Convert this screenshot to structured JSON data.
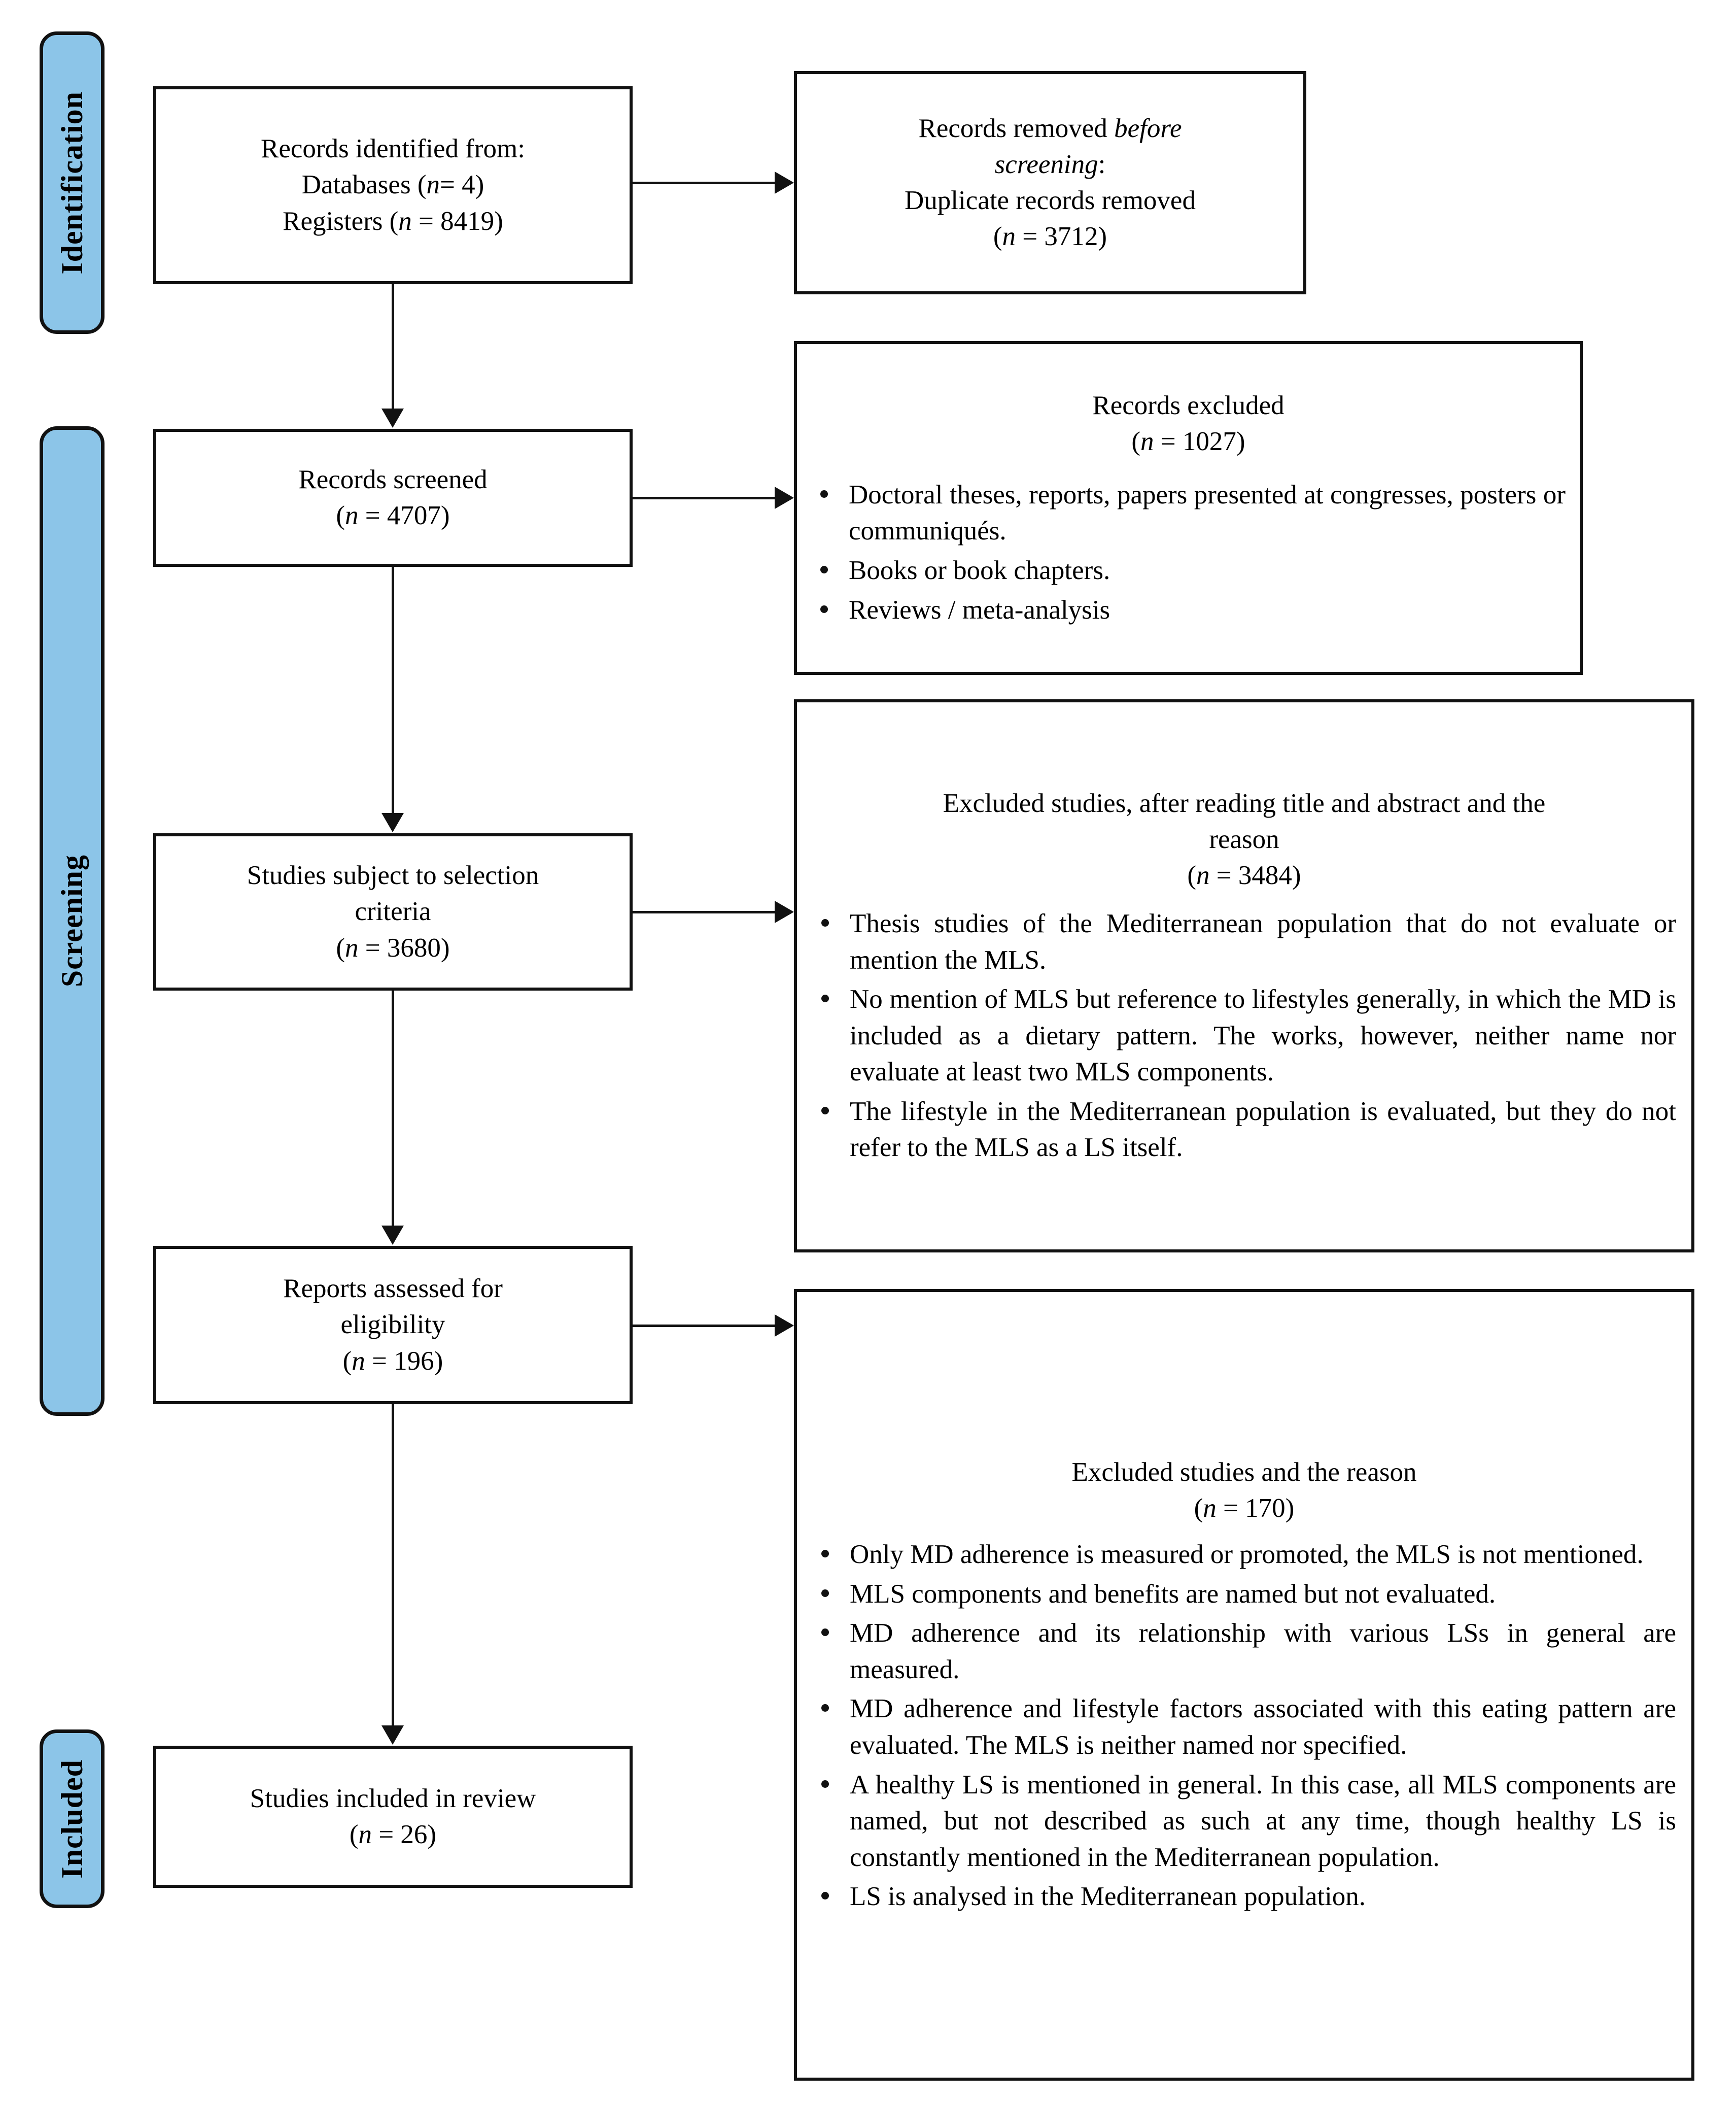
{
  "diagram": {
    "type": "prisma-flow-diagram",
    "accent_color": "#8CC5E8",
    "line_color": "#111111",
    "background": "#FFFFFF"
  },
  "phases": [
    {
      "id": "identification",
      "label": "Identification"
    },
    {
      "id": "screening",
      "label": "Screening"
    },
    {
      "id": "included",
      "label": "Included"
    }
  ],
  "boxes": {
    "records_identified": {
      "lines": [
        "Records identified from:",
        "Databases (n= 4)",
        "Registers (n = 8419)"
      ]
    },
    "records_removed": {
      "lines": [
        "Records removed before",
        "screening:",
        "Duplicate records removed",
        "(n = 3712)"
      ]
    },
    "records_screened": {
      "lines": [
        "Records screened",
        "(n = 4707)"
      ]
    },
    "records_excluded": {
      "title": "Records excluded",
      "count": "(n = 1027)",
      "items": [
        "Doctoral theses, reports, papers presented at congresses, posters or communiqués.",
        "Books or book chapters.",
        "Reviews / meta-analysis"
      ]
    },
    "studies_selection_criteria": {
      "lines": [
        "Studies subject to selection",
        "criteria",
        "(n = 3680)"
      ]
    },
    "excluded_title_abstract": {
      "title_line_1": "Excluded studies, after reading title and abstract and the",
      "title_line_2": "reason",
      "count": "(n = 3484)",
      "items": [
        "Thesis studies of the Mediterranean population that do not evaluate or mention the MLS.",
        "No mention of MLS but reference to lifestyles generally, in which the MD is included as a dietary pattern. The works, however, neither name nor evaluate at least two MLS components.",
        "The lifestyle in the Mediterranean population is evaluated, but they do not refer to the MLS as a LS itself."
      ]
    },
    "reports_eligibility": {
      "lines": [
        "Reports assessed for",
        "eligibility",
        "(n = 196)"
      ]
    },
    "excluded_reason": {
      "title": "Excluded studies and the reason",
      "count": "(n = 170)",
      "items": [
        "Only MD adherence is measured or promoted, the MLS is not mentioned.",
        "MLS components and benefits are named but not evaluated.",
        "MD adherence and its relationship with various LSs in general are measured.",
        "MD adherence and lifestyle factors associated with this eating pattern are evaluated. The MLS is neither named nor specified.",
        "A healthy LS is mentioned in general. In this case, all MLS components are named, but not described as such at any time, though healthy LS is constantly mentioned in the Mediterranean population.",
        "LS is analysed in the Mediterranean population."
      ]
    },
    "studies_included": {
      "lines": [
        "Studies included in review",
        "(n = 26)"
      ]
    }
  }
}
